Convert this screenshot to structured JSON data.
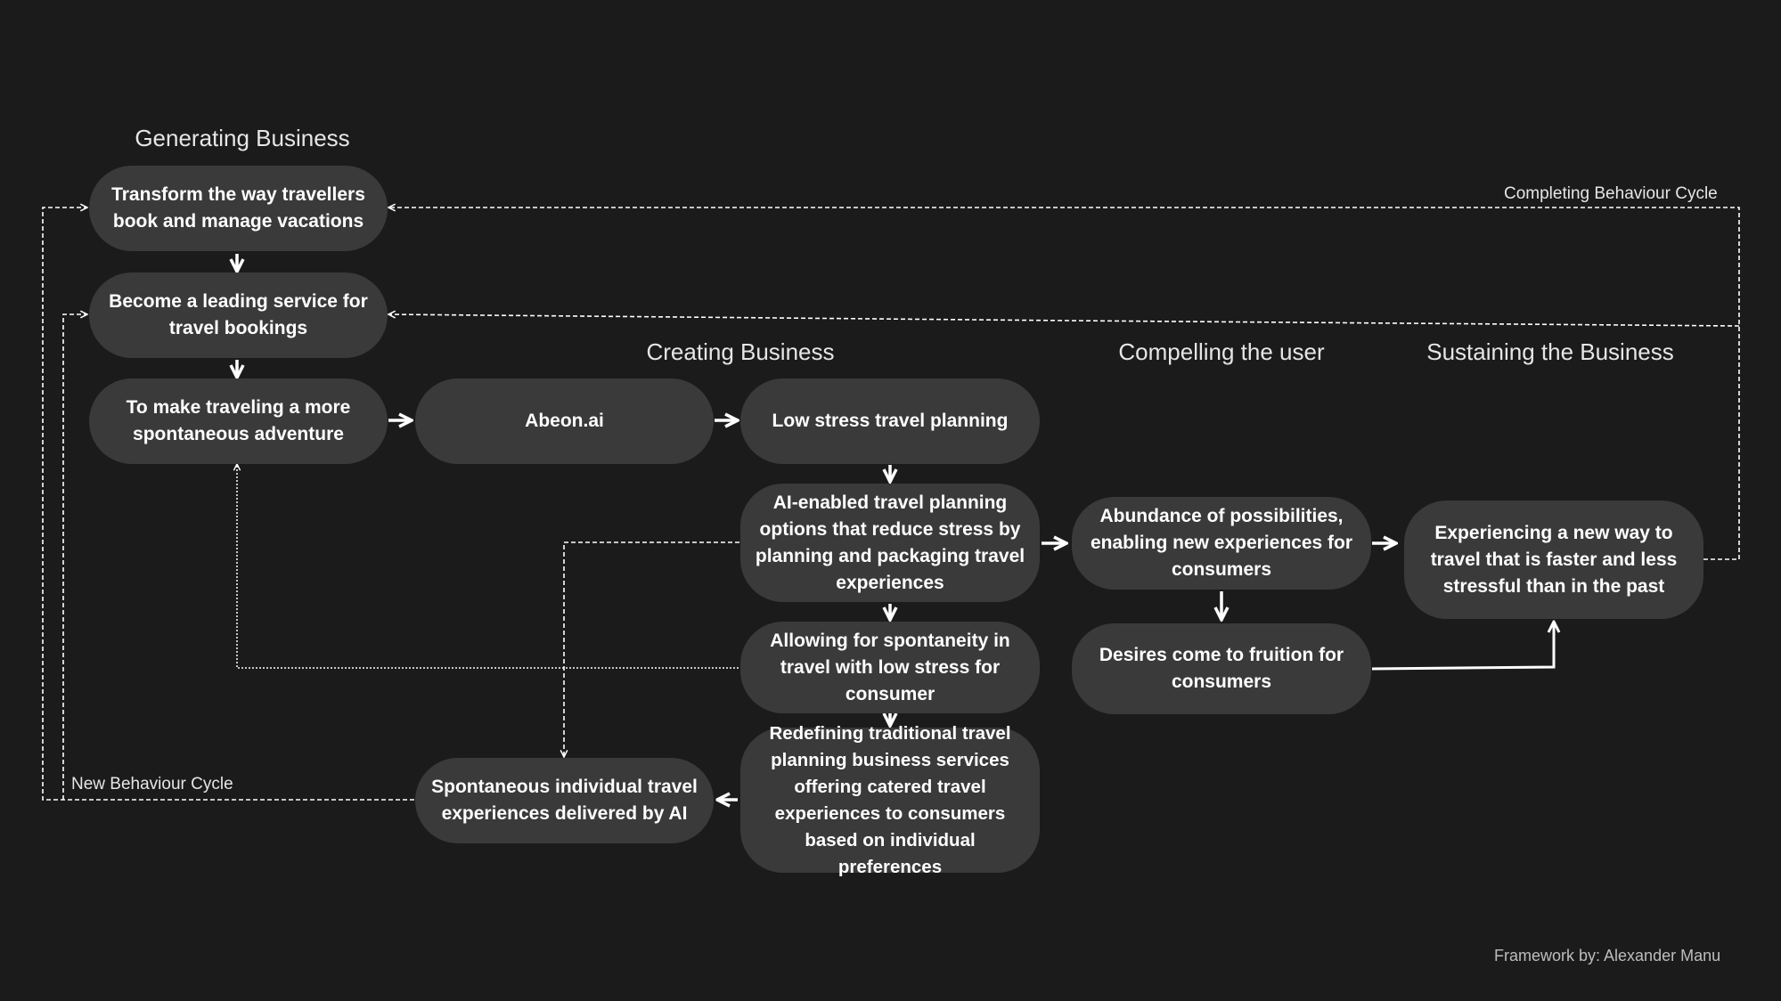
{
  "headings": {
    "generating": "Generating Business",
    "creating": "Creating Business",
    "compelling": "Compelling the user",
    "sustaining": "Sustaining the Business"
  },
  "nodes": {
    "transform": "Transform the way travellers book and manage vacations",
    "leading": "Become a leading service for travel bookings",
    "spontaneous_adventure": "To make traveling a more spontaneous adventure",
    "abeon": "Abeon.ai",
    "low_stress": "Low stress travel planning",
    "ai_enabled": "AI-enabled travel planning options that reduce stress by planning and packaging travel experiences",
    "allowing": "Allowing for spontaneity in travel with low stress for consumer",
    "redefining": "Redefining traditional travel planning business services offering catered travel experiences to consumers based on individual preferences",
    "spontaneous_delivered": "Spontaneous individual travel experiences delivered by AI",
    "abundance": "Abundance of possibilities, enabling new experiences for consumers",
    "desires": "Desires come to fruition for consumers",
    "experiencing": "Experiencing a new way to travel that is faster and less stressful than in the past"
  },
  "cycle_labels": {
    "completing": "Completing Behaviour Cycle",
    "new": "New Behaviour Cycle"
  },
  "credit": "Framework by: Alexander Manu",
  "colors": {
    "background": "#1b1b1b",
    "node_fill": "#3a3a3a",
    "text": "#ffffff",
    "connector": "#ffffff"
  }
}
